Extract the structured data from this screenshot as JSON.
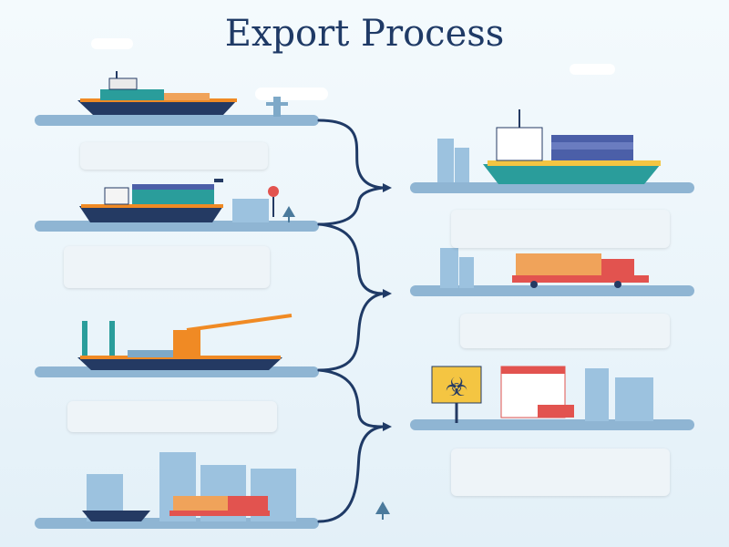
{
  "title": "Export Process",
  "subtitle": "",
  "steps": [
    {
      "id": 1,
      "text": ""
    },
    {
      "id": 2,
      "text": ""
    },
    {
      "id": 3,
      "text": ""
    },
    {
      "id": 4,
      "text": ""
    },
    {
      "id": 5,
      "text": ""
    },
    {
      "id": 6,
      "text": ""
    },
    {
      "id": 7,
      "text": ""
    },
    {
      "id": 8,
      "text": ""
    }
  ],
  "sign_glyph": "☣",
  "colors": {
    "title": "#1f3a66",
    "connector": "#1f3a66",
    "platform": "#8fb5d3",
    "hull_navy": "#243a63",
    "hull_orange": "#f08a24",
    "container_orange": "#f0a35a",
    "truck_red": "#e2534f",
    "building_blue": "#9cc2df",
    "sign_yellow": "#f4c542"
  }
}
